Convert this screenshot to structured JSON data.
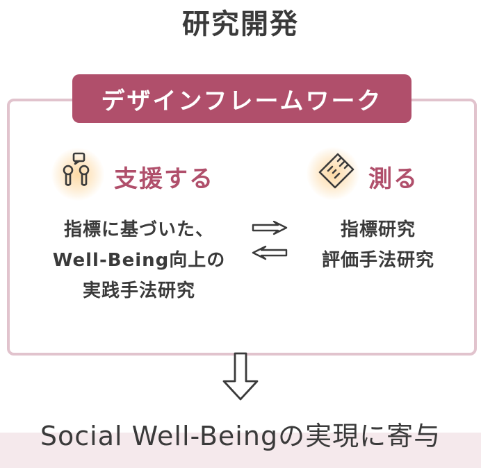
{
  "title": "研究開発",
  "framework": {
    "badge": "デザインフレームワーク",
    "support": {
      "heading": "支援する",
      "icon": "people-chat-icon",
      "lines": [
        "指標に基づいた、",
        "Well-Being向上の",
        "実践手法研究"
      ]
    },
    "measure": {
      "heading": "測る",
      "icon": "ruler-icon",
      "lines": [
        "指標研究",
        "評価手法研究"
      ]
    },
    "arrows": "bidirectional-arrows"
  },
  "result": "Social Well-Beingの実現に寄与",
  "colors": {
    "accent": "#b04f6b",
    "frame_border": "#e1c3cd",
    "band": "#f5e9ec",
    "glow": "#fdd8a0",
    "text": "#3a3a3a"
  }
}
